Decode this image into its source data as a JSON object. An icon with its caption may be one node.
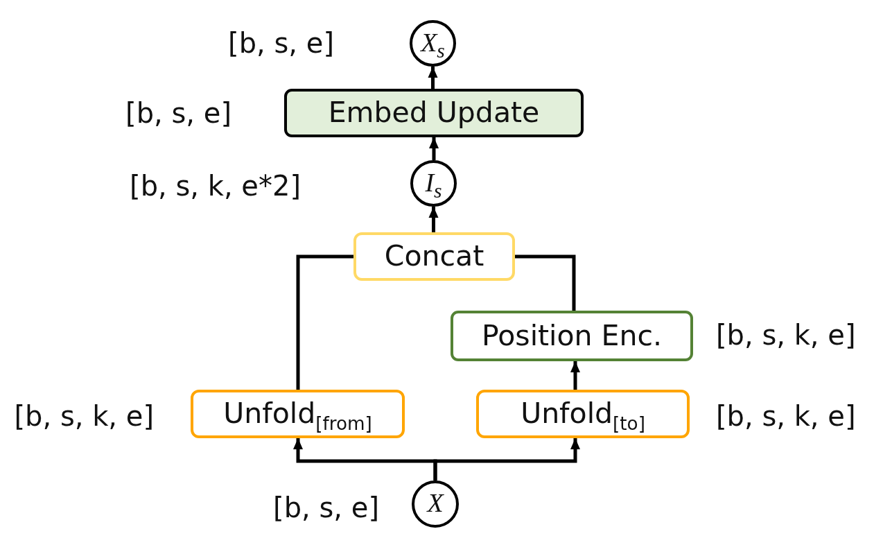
{
  "diagram": {
    "nodes": [
      {
        "text": [
          "X$_{s}$"
        ]
      },
      {
        "text": [
          "Embed Update"
        ],
        "beside": [
          "[b, s, e]"
        ]
      },
      {
        "text": [
          "I$_{s}$"
        ]
      },
      {
        "text": [
          "Concat"
        ]
      },
      {
        "text": [
          "Position Enc."
        ],
        "beside": [
          "[b, s, k, e]"
        ]
      },
      {
        "text": [
          "Unfold$_{[from]}$"
        ],
        "beside": [
          "[b, s, k, e]"
        ]
      },
      {
        "text": [
          "Unfold$_{[to]}$"
        ],
        "beside": [
          "[b, s, k, e]"
        ]
      },
      {
        "text": [
          "X"
        ],
        "beside": [
          "[b, s, e]"
        ]
      }
    ],
    "edges": [
      {
        "from": 7,
        "to": 5,
        "arrow": "to"
      },
      {
        "from": 7,
        "to": 6,
        "arrow": "to"
      },
      {
        "from": 6,
        "to": 4,
        "arrow": "to"
      },
      {
        "from": 5,
        "to": 3,
        "arrow": "none"
      },
      {
        "from": 4,
        "to": 3,
        "arrow": "none"
      },
      {
        "from": 3,
        "to": 2,
        "arrow": "to"
      },
      {
        "from": 2,
        "to": 1,
        "arrow": "to"
      },
      {
        "from": 1,
        "to": 0,
        "arrow": "to"
      }
    ],
    "labels": [
      "[b, s, e]",
      "[b, s, k, e*2]"
    ]
  }
}
